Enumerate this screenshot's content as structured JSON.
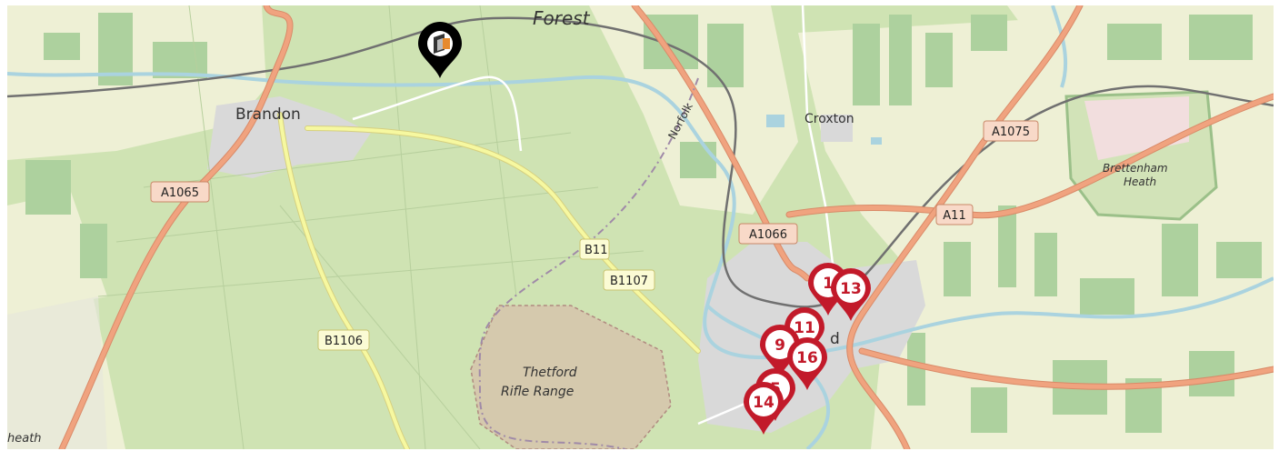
{
  "map": {
    "places": [
      {
        "id": "forest",
        "text": "Forest"
      },
      {
        "id": "brandon",
        "text": "Brandon"
      },
      {
        "id": "croxton",
        "text": "Croxton"
      },
      {
        "id": "norfolk",
        "text": "Norfolk"
      },
      {
        "id": "brettenham",
        "text": "Brettenham"
      },
      {
        "id": "heath",
        "text": "Heath"
      },
      {
        "id": "rifle1",
        "text": "Thetford"
      },
      {
        "id": "rifle2",
        "text": "Rifle Range"
      },
      {
        "id": "heath_sw",
        "text": "heath"
      },
      {
        "id": "d_frag",
        "text": "d"
      }
    ],
    "roads": [
      {
        "id": "a1065",
        "text": "A1065"
      },
      {
        "id": "a1066",
        "text": "A1066"
      },
      {
        "id": "a1075",
        "text": "A1075"
      },
      {
        "id": "a11",
        "text": "A11"
      },
      {
        "id": "b11_frag",
        "text": "B11"
      },
      {
        "id": "b1107",
        "text": "B1107"
      },
      {
        "id": "b1106",
        "text": "B1106"
      }
    ],
    "markers": [
      {
        "id": "m1",
        "text": "1"
      },
      {
        "id": "m13",
        "text": "13"
      },
      {
        "id": "m11",
        "text": "11"
      },
      {
        "id": "m9",
        "text": "9"
      },
      {
        "id": "m16",
        "text": "16"
      },
      {
        "id": "m5",
        "text": "5"
      },
      {
        "id": "m14",
        "text": "14"
      }
    ],
    "poi": {
      "icon": "poi-location-icon"
    },
    "colors": {
      "woodland": "#add19e",
      "forest_base": "#cfe3b3",
      "farmland": "#eef0d5",
      "urban": "#d9d9d9",
      "primary_road": "#f0a37f",
      "secondary_road": "#f6f8a0",
      "water": "#aad3df",
      "railway": "#707070",
      "marker": "#c21a2a",
      "poi_marker": "#000000"
    }
  }
}
